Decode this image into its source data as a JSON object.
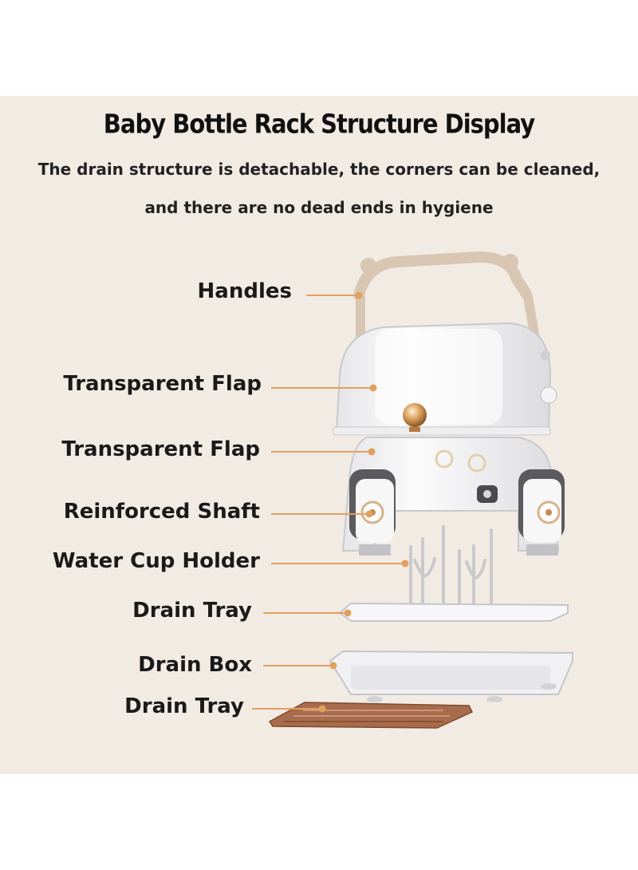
{
  "title": "Baby Bottle Rack Structure Display",
  "subtitle_line1": "The drain structure is detachable, the corners can be cleaned,",
  "subtitle_line2": "and there are no dead ends in hygiene",
  "labels": [
    "Handles",
    "Transparent Flap",
    "Transparent Flap",
    "Reinforced Shaft",
    "Water Cup Holder",
    "Drain Tray",
    "Drain Box",
    "Drain Tray"
  ],
  "colors": {
    "background_panel": "#f2ebe3",
    "leader_line": "#e0a15f",
    "handle": "#d8c6b3",
    "tray_brown": "#a86c4c",
    "accent_gold": "#c8894c"
  }
}
